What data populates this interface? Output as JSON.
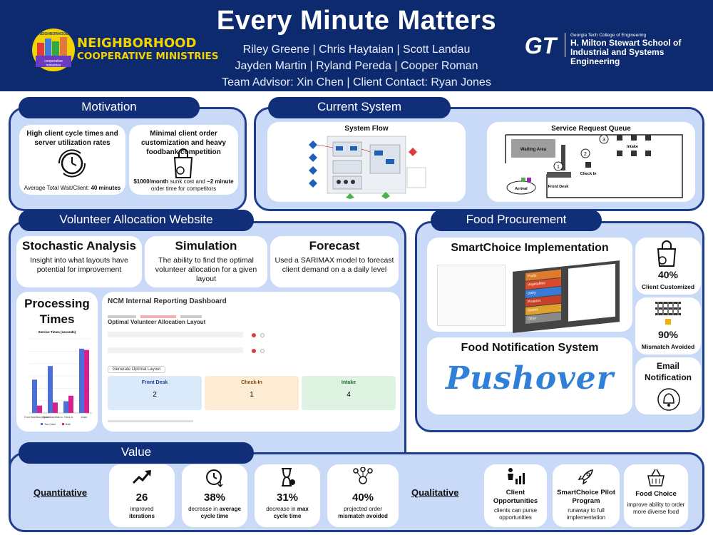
{
  "header": {
    "title": "Every Minute Matters",
    "names": [
      "Riley Greene | Chris Haytaian | Scott Landau",
      "Jayden Martin | Ryland Pereda | Cooper Roman",
      "Team Advisor: Xin Chen | Client Contact: Ryan Jones"
    ],
    "ncm": {
      "line1": "NEIGHBORHOOD",
      "line2": "COOPERATIVE MINISTRIES",
      "badge1": "NEIGHBORHOOD",
      "badge2": "cooperative",
      "badge3": "ministries"
    },
    "gt": {
      "logo": "GT",
      "college": "Georgia Tech College of Engineering",
      "school1": "H. Milton Stewart School of",
      "school2": "Industrial and Systems Engineering"
    }
  },
  "motivation": {
    "tab": "Motivation",
    "left": {
      "title": "High client cycle times and server utilization rates",
      "caption_pre": "Average Total Wait/Client: ",
      "caption_bold": "40 minutes",
      "icon": "clock-cycle-icon"
    },
    "right": {
      "title": "Minimal client order customization and heavy foodbank competition",
      "caption_bold": "$1000/month",
      "caption_post": " sunk cost and ",
      "caption_bold2": "~2 minute",
      "caption_end": " order time for competitors",
      "icon": "grocery-bag-icon"
    }
  },
  "current": {
    "tab": "Current System",
    "flow_title": "System Flow",
    "queue_title": "Service Request Queue",
    "queue": {
      "waiting": "Waiting Area",
      "intake": "Intake",
      "checkin": "Check In",
      "front": "Front Desk",
      "arrival": "Arrival",
      "n1": "1",
      "n2": "2",
      "n3": "3"
    }
  },
  "vaw": {
    "tab": "Volunteer Allocation Website",
    "cards": [
      {
        "title": "Stochastic Analysis",
        "text": "Insight into what layouts have potential for improvement"
      },
      {
        "title": "Simulation",
        "text": "The ability to find the optimal volunteer allocation for a given layout"
      },
      {
        "title": "Forecast",
        "text": "Used a SARIMAX model to forecast client demand on a a daily level"
      }
    ],
    "processing": {
      "title1": "Processing",
      "title2": "Times"
    },
    "dashboard": {
      "title": "NCM Internal Reporting Dashboard",
      "subtitle": "Optimal Volunteer Allocation Layout",
      "cards": [
        {
          "label": "Front Desk",
          "value": "2"
        },
        {
          "label": "Check-In",
          "value": "1"
        },
        {
          "label": "Intake",
          "value": "4"
        }
      ],
      "button": "Generate Optimal Layout"
    }
  },
  "chart_data": {
    "type": "bar",
    "title": "Service Times (seconds)",
    "categories": [
      "Front Desk/New Appoint.",
      "Front Desk/Walk-in",
      "Check-In",
      "Intake"
    ],
    "series": [
      {
        "name": "Two Client",
        "values": [
          270,
          380,
          95,
          520
        ]
      },
      {
        "name": "Both",
        "values": [
          60,
          85,
          140,
          510
        ]
      }
    ],
    "ylim": [
      0,
      600
    ]
  },
  "food": {
    "tab": "Food Procurement",
    "smart": "SmartChoice Implementation",
    "notif": "Food Notification System",
    "pushover": "Pushover",
    "stat1": {
      "value": "40%",
      "label": "Client Customized"
    },
    "stat2": {
      "value": "90%",
      "label": "Mismatch Avoided"
    },
    "stat3": {
      "label1": "Email",
      "label2": "Notification"
    },
    "categories": [
      "Fruits",
      "Vegetables",
      "Dairy",
      "Proteins",
      "Grains",
      "Other"
    ]
  },
  "value": {
    "tab": "Value",
    "quant": "Quantitative",
    "qual": "Qualitative",
    "metrics": [
      {
        "num": "26",
        "l1": "improved",
        "b1": "iterations",
        "icon": "trend-up-icon"
      },
      {
        "num": "38%",
        "l1": "decrease in ",
        "b1": "average",
        "b2": "cycle time",
        "icon": "stopwatch-down-icon"
      },
      {
        "num": "31%",
        "l1": "decrease in ",
        "b1": "max",
        "b2": "cycle time",
        "icon": "hourglass-icon"
      },
      {
        "num": "40%",
        "l1": "projected order",
        "b2": "mismatch avoided",
        "icon": "network-icon"
      }
    ],
    "qualitative": [
      {
        "title": "Client Opportunities",
        "text": "clients can purse opportunities",
        "icon": "person-chart-icon"
      },
      {
        "title": "SmartChoice Pilot Program",
        "text": "runaway to full implementation",
        "icon": "rocket-icon"
      },
      {
        "title": "Food Choice",
        "text": "improve ability to order more diverse food",
        "icon": "food-basket-icon"
      }
    ]
  }
}
